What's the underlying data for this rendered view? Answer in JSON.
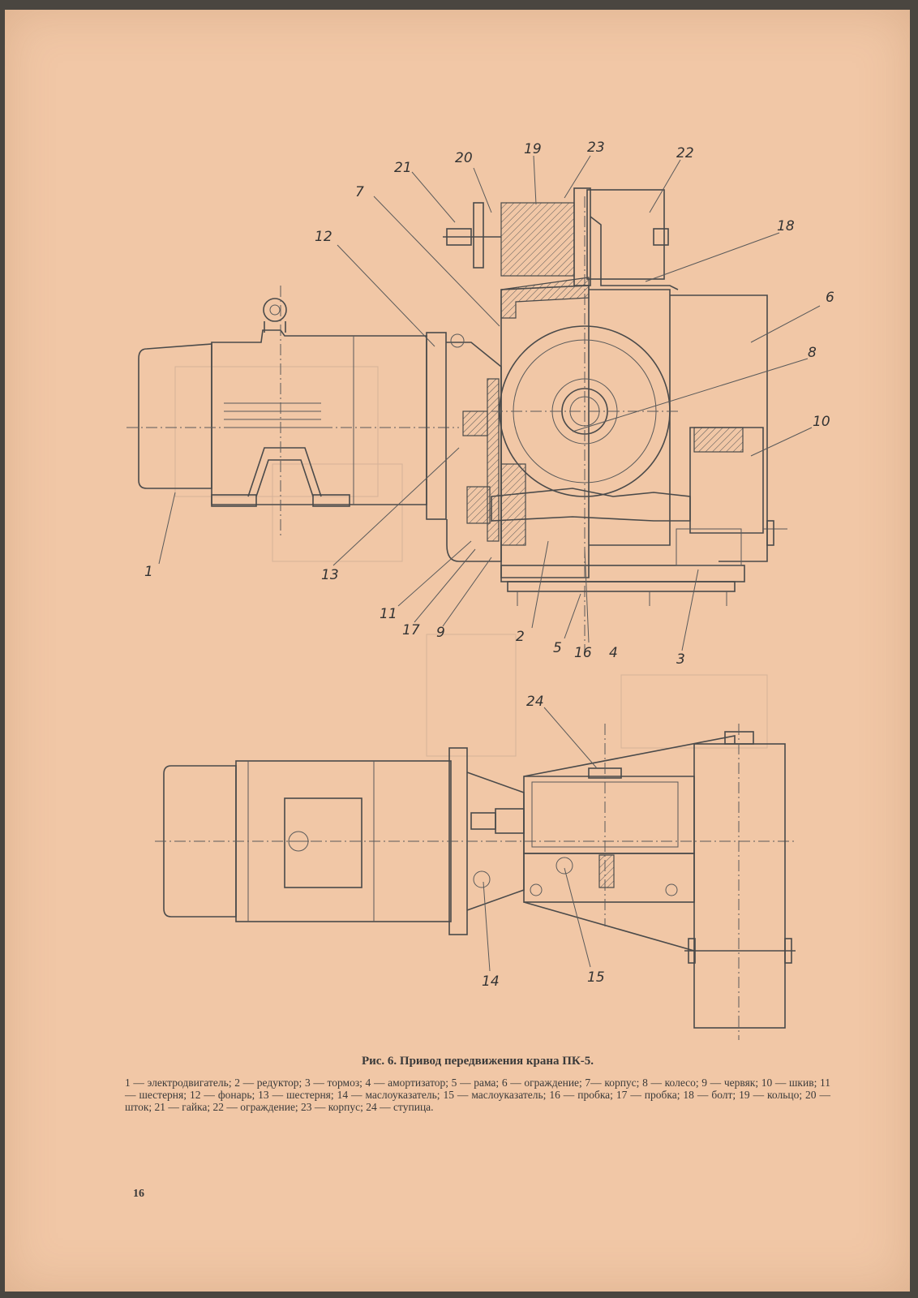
{
  "figure": {
    "callouts": [
      "1",
      "2",
      "3",
      "4",
      "5",
      "6",
      "7",
      "8",
      "9",
      "10",
      "11",
      "12",
      "13",
      "14",
      "15",
      "16",
      "17",
      "18",
      "19",
      "20",
      "21",
      "22",
      "23",
      "24"
    ]
  },
  "caption": {
    "title": "Рис. 6. Привод передвижения крана ПК-5.",
    "legend": "1 — электродвигатель; 2 — редуктор; 3 — тормоз; 4 — амортизатор; 5 — рама; 6 — ограждение; 7— корпус; 8 — колесо; 9 — червяк; 10 — шкив; 11 — шестерня; 12 — фонарь; 13 — шестерня; 14 — маслоуказатель; 15 — маслоуказатель; 16 — пробка; 17 — пробка; 18 — болт; 19 — кольцо; 20 — шток; 21 — гайка; 22 — ограждение; 23 — корпус; 24 — ступица."
  },
  "page_number": "16"
}
